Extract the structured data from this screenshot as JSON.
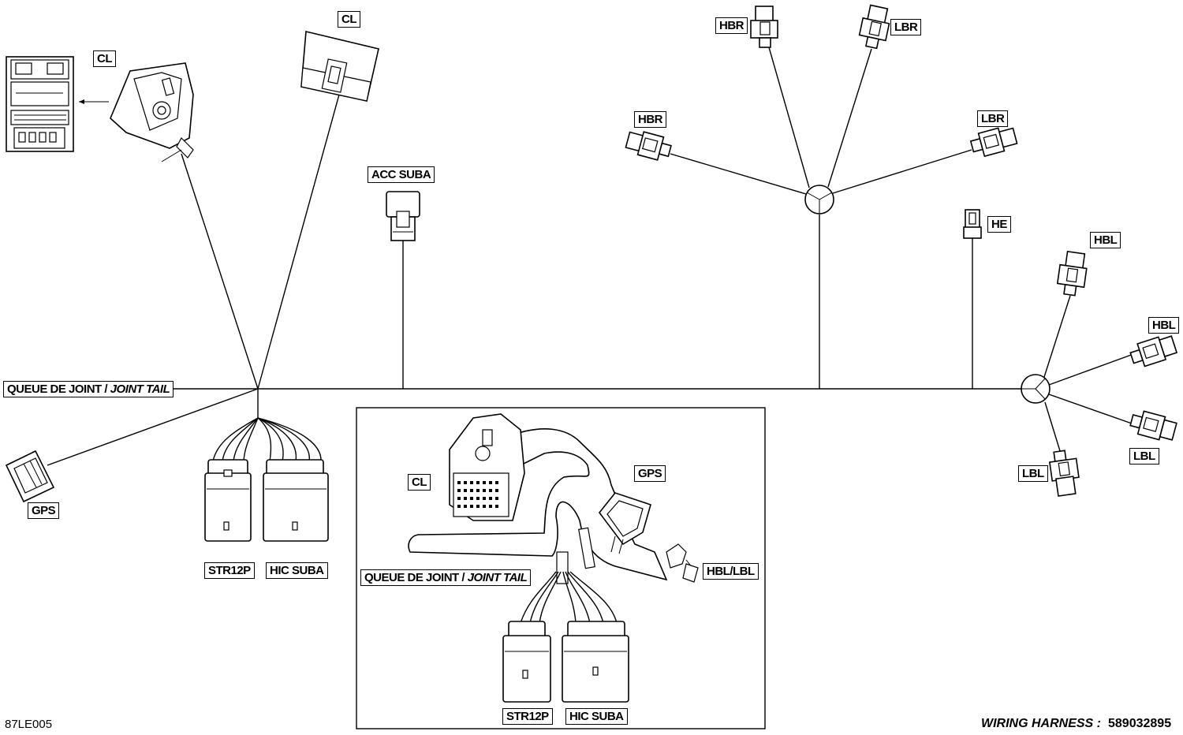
{
  "labels": {
    "cl_top_left": "CL",
    "cl_top_mid": "CL",
    "acc_suba": "ACC  SUBA",
    "hbr_top": "HBR",
    "lbr_top": "LBR",
    "hbr_mid": "HBR",
    "lbr_mid": "LBR",
    "he": "HE",
    "hbl_upper": "HBL",
    "hbl_right": "HBL",
    "lbl_right": "LBL",
    "lbl_lower": "LBL",
    "joint_tail_main_fr": "QUEUE DE JOINT / ",
    "joint_tail_main_en": "JOINT TAIL",
    "gps_left": "GPS",
    "str12p_left": "STR12P",
    "hic_suba_left": "HIC  SUBA",
    "inset_cl": "CL",
    "inset_gps": "GPS",
    "inset_hbl_lbl": "HBL/LBL",
    "inset_joint_tail_fr": "QUEUE DE JOINT / ",
    "inset_joint_tail_en": "JOINT TAIL",
    "inset_str12p": "STR12P",
    "inset_hic_suba": "HIC  SUBA"
  },
  "footer": {
    "figure_code": "87LE005",
    "title": "WIRING HARNESS :",
    "part_number": "589032895"
  }
}
